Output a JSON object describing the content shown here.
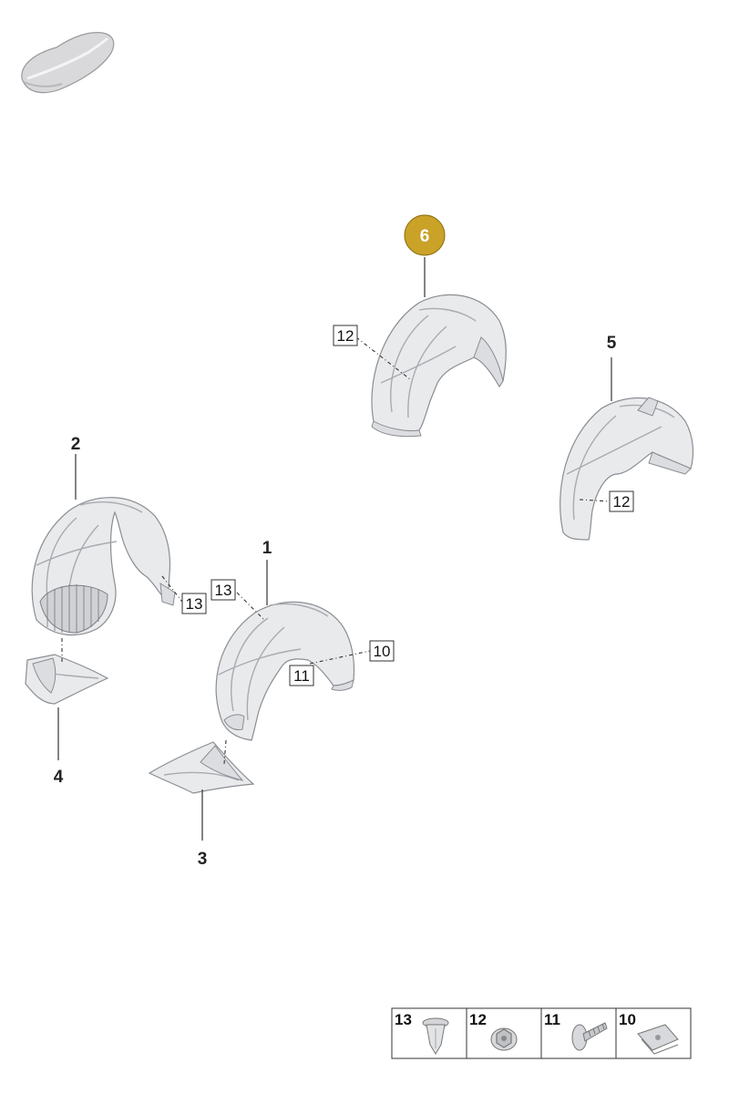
{
  "callouts": {
    "p1": "1",
    "p2": "2",
    "p3": "3",
    "p4": "4",
    "p5": "5",
    "p6": "6"
  },
  "boxes": {
    "b12_top": "12",
    "b12_right": "12",
    "b13_left": "13",
    "b13_mid": "13",
    "b10": "10",
    "b11": "11"
  },
  "legend": {
    "items": [
      {
        "number": "13",
        "icon": "plastic-clip-icon"
      },
      {
        "number": "12",
        "icon": "hex-nut-icon"
      },
      {
        "number": "11",
        "icon": "screw-icon"
      },
      {
        "number": "10",
        "icon": "clip-nut-icon"
      }
    ]
  },
  "colors": {
    "highlight": "#c9a227",
    "part_fill": "#e9eaec",
    "line": "#333333"
  }
}
